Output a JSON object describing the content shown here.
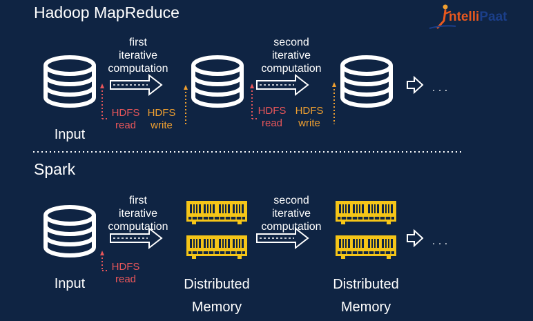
{
  "logo": {
    "part1": "ntelli",
    "part2": "Paat"
  },
  "hadoop": {
    "title": "Hadoop MapReduce",
    "input_label": "Input",
    "step1": [
      "first",
      "iterative",
      "computation"
    ],
    "step2": [
      "second",
      "iterative",
      "computation"
    ],
    "hdfs_read": [
      "HDFS",
      "read"
    ],
    "hdfs_write": [
      "HDFS",
      "write"
    ],
    "ellipsis": ". . ."
  },
  "spark": {
    "title": "Spark",
    "input_label": "Input",
    "step1": [
      "first",
      "iterative",
      "computation"
    ],
    "step2": [
      "second",
      "iterative",
      "computation"
    ],
    "hdfs_read": [
      "HDFS",
      "read"
    ],
    "memory_label": [
      "Distributed",
      "Memory"
    ],
    "ellipsis": ". . ."
  },
  "colors": {
    "background": "#0f2443",
    "hdfs_read": "#e8565a",
    "hdfs_write": "#f0a030",
    "memory": "#f5c518"
  }
}
